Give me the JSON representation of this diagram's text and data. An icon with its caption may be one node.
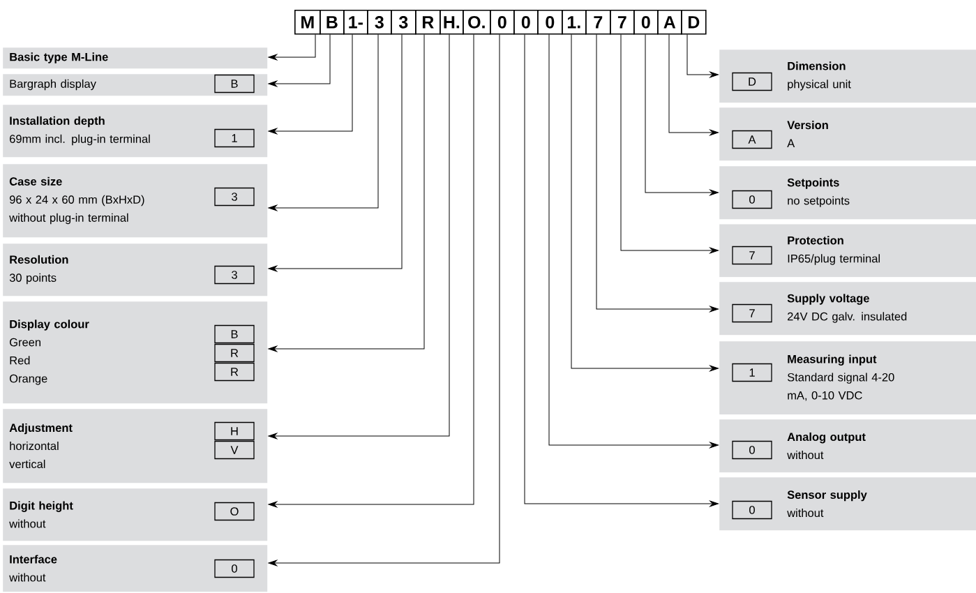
{
  "diagram": {
    "nodes": [
      {
        "text": [
          "M"
        ]
      },
      {
        "text": [
          "B"
        ]
      },
      {
        "text": [
          "1-"
        ]
      },
      {
        "text": [
          "3"
        ]
      },
      {
        "text": [
          "3"
        ]
      },
      {
        "text": [
          "R"
        ]
      },
      {
        "text": [
          "H."
        ]
      },
      {
        "text": [
          "O."
        ]
      },
      {
        "text": [
          "0"
        ]
      },
      {
        "text": [
          "0"
        ]
      },
      {
        "text": [
          "0"
        ]
      },
      {
        "text": [
          "1."
        ]
      },
      {
        "text": [
          "7"
        ]
      },
      {
        "text": [
          "7"
        ]
      },
      {
        "text": [
          "0"
        ]
      },
      {
        "text": [
          "A"
        ]
      },
      {
        "text": [
          "D"
        ]
      },
      {
        "text": [
          "Basic type M-Line"
        ]
      },
      {
        "text": [
          "Bargraph display"
        ]
      },
      {
        "text": [
          "B"
        ],
        "in": 18
      },
      {
        "text": [
          "Installation depth",
          "69mm incl. plug-in terminal"
        ]
      },
      {
        "text": [
          "1"
        ],
        "in": 20
      },
      {
        "text": [
          "Case size",
          "96 x 24 x 60 mm (BxHxD) without plug-in terminal"
        ]
      },
      {
        "text": [
          "3"
        ],
        "in": 22
      },
      {
        "text": [
          "Resolution",
          "30 points"
        ]
      },
      {
        "text": [
          "3"
        ],
        "in": 24
      },
      {
        "text": [
          "Display colour",
          "Green",
          "Red",
          "Orange"
        ]
      },
      {
        "text": [
          "B"
        ],
        "in": 26
      },
      {
        "text": [
          "R"
        ],
        "in": 26
      },
      {
        "text": [
          "R"
        ],
        "in": 26
      },
      {
        "text": [
          "Adjustment",
          "horizontal",
          "vertical"
        ]
      },
      {
        "text": [
          "H"
        ],
        "in": 30
      },
      {
        "text": [
          "V"
        ],
        "in": 30
      },
      {
        "text": [
          "Digit height",
          "without"
        ]
      },
      {
        "text": [
          "O"
        ],
        "in": 33
      },
      {
        "text": [
          "Interface",
          "without"
        ]
      },
      {
        "text": [
          "0"
        ],
        "in": 35
      },
      {
        "text": [
          "Dimension",
          "physical unit"
        ]
      },
      {
        "text": [
          "D"
        ],
        "in": 37
      },
      {
        "text": [
          "Version",
          "A"
        ]
      },
      {
        "text": [
          "A"
        ],
        "in": 39
      },
      {
        "text": [
          "Setpoints",
          "no setpoints"
        ]
      },
      {
        "text": [
          "0"
        ],
        "in": 41
      },
      {
        "text": [
          "Protection",
          "IP65/plug terminal"
        ]
      },
      {
        "text": [
          "7"
        ],
        "in": 43
      },
      {
        "text": [
          "Supply voltage",
          "24V DC galv. insulated"
        ]
      },
      {
        "text": [
          "7"
        ],
        "in": 45
      },
      {
        "text": [
          "Measuring input",
          "Standard signal 4-20 mA, 0-10 VDC"
        ]
      },
      {
        "text": [
          "1"
        ],
        "in": 47
      },
      {
        "text": [
          "Analog output",
          "without"
        ]
      },
      {
        "text": [
          "0"
        ],
        "in": 49
      },
      {
        "text": [
          "Sensor supply",
          "without"
        ]
      },
      {
        "text": [
          "0"
        ],
        "in": 51
      }
    ],
    "edges": [
      {
        "from": 0,
        "to": 17,
        "arrow": "to"
      },
      {
        "from": 1,
        "to": 18,
        "arrow": "to"
      },
      {
        "from": 2,
        "to": 20,
        "arrow": "to"
      },
      {
        "from": 3,
        "to": 22,
        "arrow": "to"
      },
      {
        "from": 4,
        "to": 24,
        "arrow": "to"
      },
      {
        "from": 5,
        "to": 26,
        "arrow": "to"
      },
      {
        "from": 6,
        "to": 30,
        "arrow": "to"
      },
      {
        "from": 7,
        "to": 33,
        "arrow": "to"
      },
      {
        "from": 8,
        "to": 35,
        "arrow": "to"
      },
      {
        "from": 9,
        "to": 51,
        "arrow": "to"
      },
      {
        "from": 10,
        "to": 49,
        "arrow": "to"
      },
      {
        "from": 11,
        "to": 47,
        "arrow": "to"
      },
      {
        "from": 12,
        "to": 45,
        "arrow": "to"
      },
      {
        "from": 13,
        "to": 43,
        "arrow": "to"
      },
      {
        "from": 14,
        "to": 41,
        "arrow": "to"
      },
      {
        "from": 15,
        "to": 39,
        "arrow": "to"
      },
      {
        "from": 16,
        "to": 37,
        "arrow": "to"
      }
    ]
  }
}
